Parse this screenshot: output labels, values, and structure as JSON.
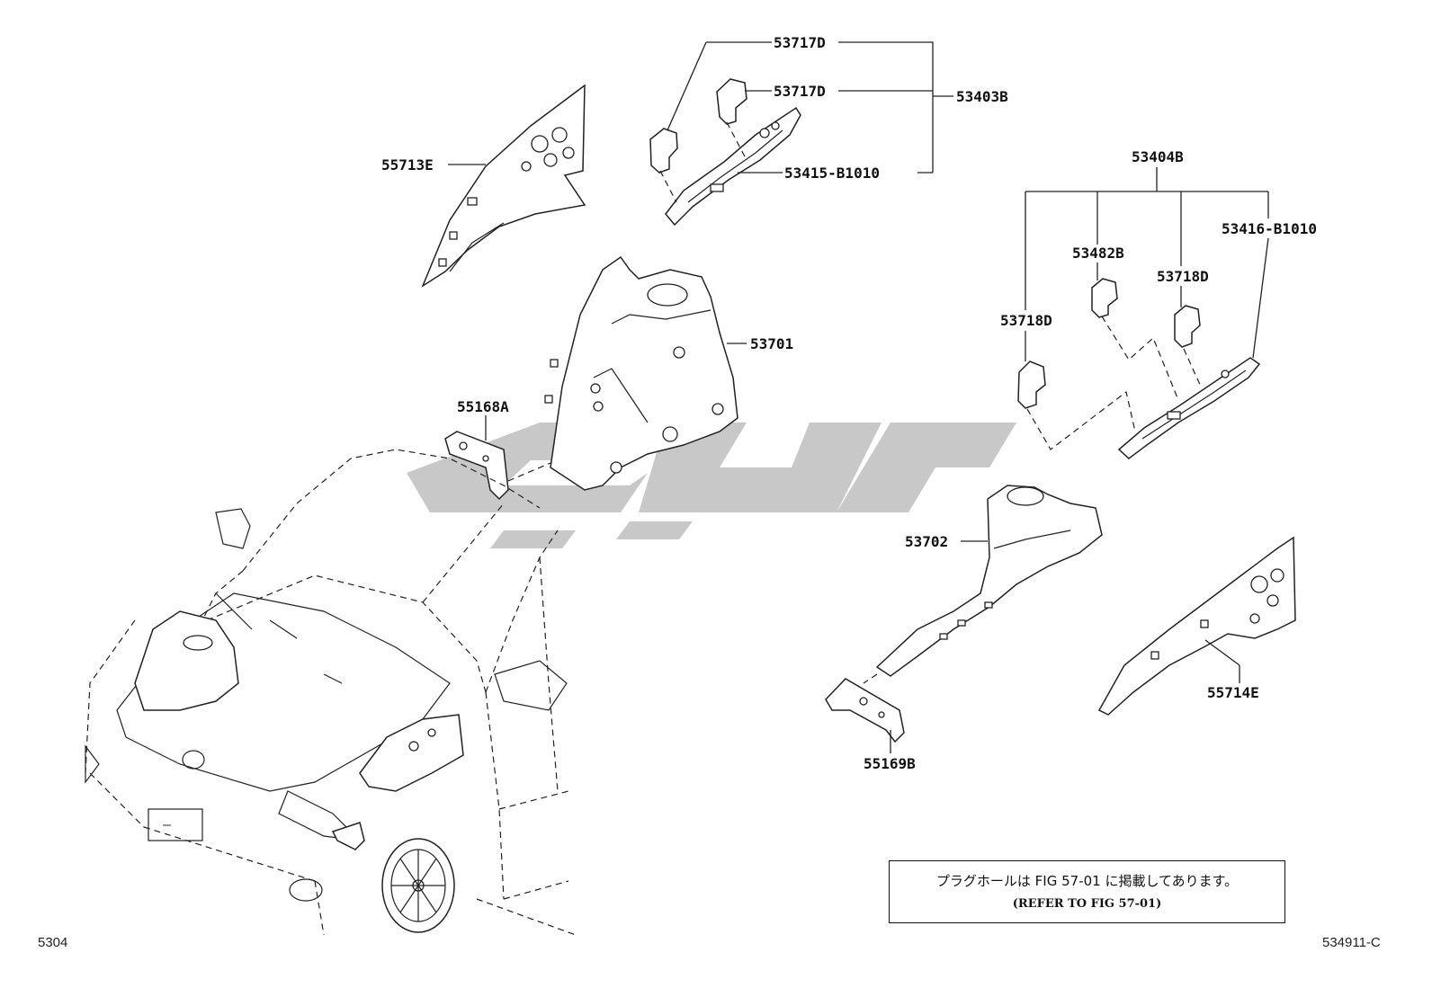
{
  "labels": {
    "p53717D_top": "53717D",
    "p53717D_mid": "53717D",
    "p53403B": "53403B",
    "p53415": "53415-B1010",
    "p53404B": "53404B",
    "p53416": "53416-B1010",
    "p53482B": "53482B",
    "p53718D_right": "53718D",
    "p53718D_left": "53718D",
    "p55713E": "55713E",
    "p53701": "53701",
    "p55168A": "55168A",
    "p53702": "53702",
    "p55169B": "55169B",
    "p55714E": "55714E"
  },
  "note": {
    "japanese": "プラグホールは FIG 57-01 に掲載してあります。",
    "english": "(REFER TO FIG 57-01)"
  },
  "footer": {
    "left_code": "5304",
    "right_code": "534911-C"
  },
  "colors": {
    "line": "#222222",
    "watermark": "#c8c8c8"
  }
}
